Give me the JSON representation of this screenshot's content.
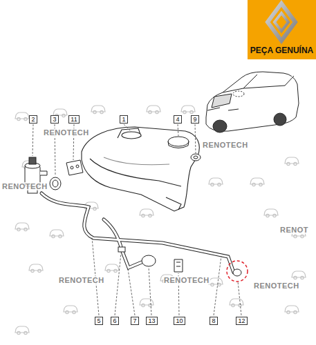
{
  "diagram": {
    "nodes": [
      {
        "text": [
          "PEÇA GENUÍNA"
        ]
      },
      {
        "text": [
          "2"
        ]
      },
      {
        "text": [
          "3"
        ]
      },
      {
        "text": [
          "11"
        ]
      },
      {
        "text": [
          "1"
        ]
      },
      {
        "text": [
          "4"
        ]
      },
      {
        "text": [
          "9"
        ]
      },
      {
        "text": [
          "5"
        ]
      },
      {
        "text": [
          "6"
        ]
      },
      {
        "text": [
          "7"
        ]
      },
      {
        "text": [
          "13"
        ]
      },
      {
        "text": [
          "10"
        ]
      },
      {
        "text": [
          "8"
        ]
      },
      {
        "text": [
          "12"
        ]
      }
    ],
    "labels": [
      "RENOTECH",
      "RENOTECH",
      "RENOTECH",
      "RENOT",
      "RENOTECH",
      "RENOTECH",
      "RENOTECH"
    ]
  }
}
